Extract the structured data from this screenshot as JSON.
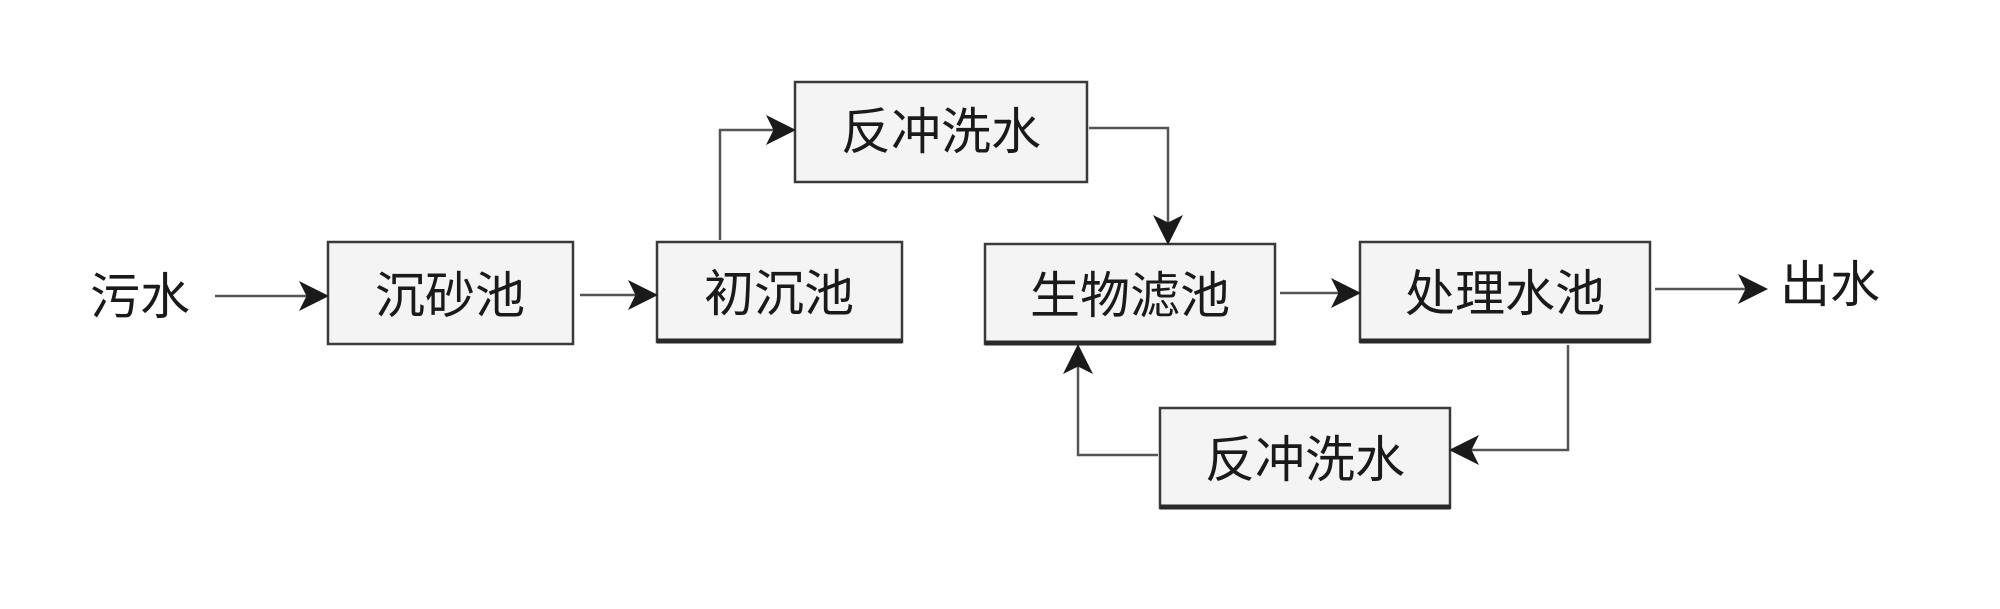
{
  "nodes": {
    "input": "污水",
    "grit_chamber": "沉砂池",
    "primary_clarifier": "初沉池",
    "backwash_top": "反冲洗水",
    "biofilter": "生物滤池",
    "treated_tank": "处理水池",
    "backwash_bottom": "反冲洗水",
    "output": "出水"
  },
  "colors": {
    "line": "#555555",
    "box_fill": "#f4f4f4",
    "box_stroke": "#3a3a3a",
    "text": "#1a1a1a"
  }
}
